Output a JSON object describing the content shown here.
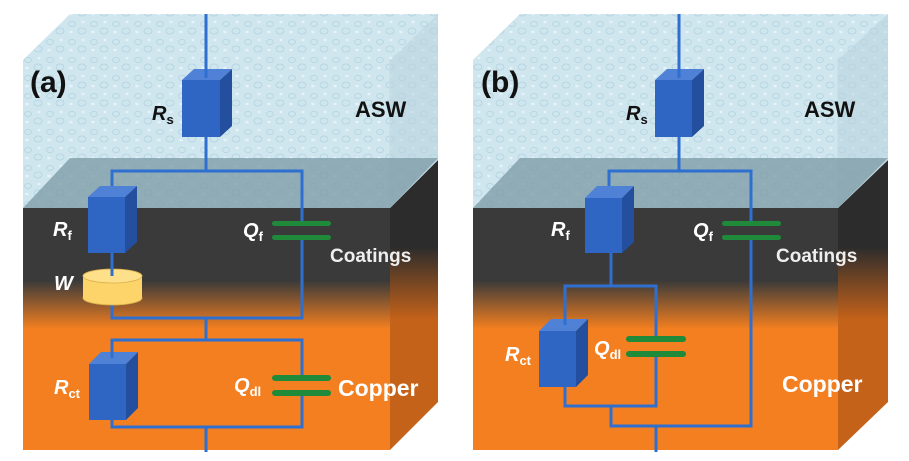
{
  "panels": [
    {
      "id": "a",
      "panel_label": "(a)",
      "layers": {
        "electrolyte": "ASW",
        "coating": "Coatings",
        "metal": "Copper"
      },
      "components": {
        "Rs": {
          "main": "R",
          "sub": "s"
        },
        "Rf": {
          "main": "R",
          "sub": "f"
        },
        "W": {
          "main": "W",
          "sub": ""
        },
        "Qf": {
          "main": "Q",
          "sub": "f"
        },
        "Rct": {
          "main": "R",
          "sub": "ct"
        },
        "Qdl": {
          "main": "Q",
          "sub": "dl"
        }
      }
    },
    {
      "id": "b",
      "panel_label": "(b)",
      "layers": {
        "electrolyte": "ASW",
        "coating": "Coatings",
        "metal": "Copper"
      },
      "components": {
        "Rs": {
          "main": "R",
          "sub": "s"
        },
        "Rf": {
          "main": "R",
          "sub": "f"
        },
        "Qf": {
          "main": "Q",
          "sub": "f"
        },
        "Rct": {
          "main": "R",
          "sub": "ct"
        },
        "Qdl": {
          "main": "Q",
          "sub": "dl"
        }
      }
    }
  ],
  "colors": {
    "water": "#cfe6ef",
    "water_side": "#bcd6e0",
    "coating": "#3a3a3a",
    "coating_side": "#2c2c2c",
    "copper": "#f47f20",
    "copper_side": "#c4621a",
    "wire": "#2f6fcf",
    "resistor_front": "#2f66c4",
    "resistor_top": "#4f82d6",
    "resistor_side": "#234f9e",
    "capacitor": "#1e8a3a",
    "warburg": "#fdd46a"
  }
}
